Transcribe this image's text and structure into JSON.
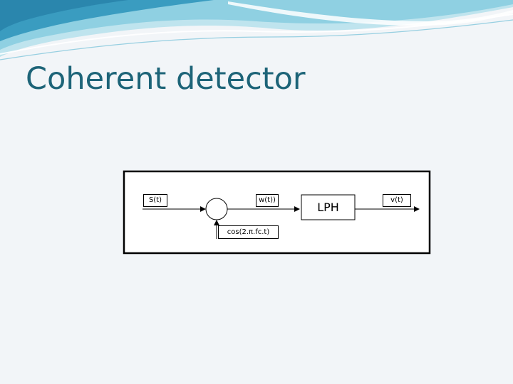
{
  "slide": {
    "title": "Coherent detector"
  },
  "diagram": {
    "input_label": "S(t)",
    "product_label": "w(t))",
    "filter_label": "LPH",
    "output_label": "v(t)",
    "carrier_label": "cos(2.π.fc.t)"
  },
  "colors": {
    "title": "#1d6478",
    "background": "#f2f5f8",
    "swoosh_dark": "#2f93b8",
    "swoosh_light": "#a9dbe8"
  }
}
